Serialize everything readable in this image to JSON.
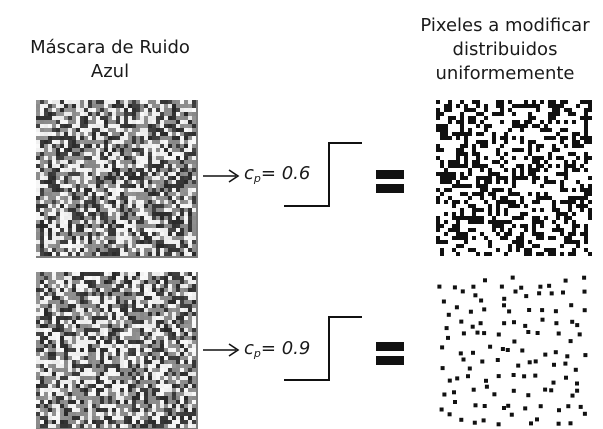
{
  "header": {
    "left_title_line1": "Máscara de Ruido",
    "left_title_line2": "Azul",
    "right_title_line1": "Pixeles a modificar",
    "right_title_line2": "distribuidos",
    "right_title_line3": "uniformemente"
  },
  "rows": [
    {
      "symbol": "c",
      "subscript": "p",
      "equals_value": "= 0.6",
      "threshold": 0.6
    },
    {
      "symbol": "c",
      "subscript": "p",
      "equals_value": "= 0.9",
      "threshold": 0.9
    }
  ],
  "icons": {
    "arrow": "right-arrow-icon",
    "step_function": "step-function-icon",
    "equals": "equals-icon"
  },
  "colors": {
    "ink": "#111111",
    "noise_gray": "#7d7d7d"
  }
}
